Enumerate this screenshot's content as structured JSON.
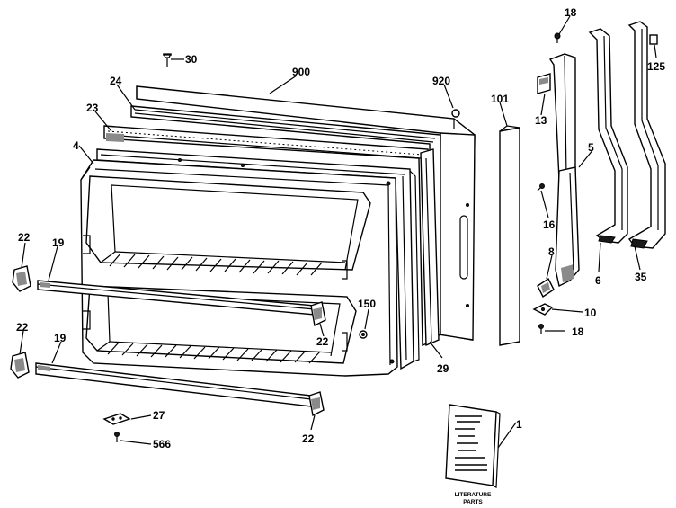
{
  "callouts": {
    "c18a": "18",
    "c30": "30",
    "c900": "900",
    "c920": "920",
    "c24": "24",
    "c23": "23",
    "c4": "4",
    "c101": "101",
    "c13": "13",
    "c5": "5",
    "c16": "16",
    "c125": "125",
    "c6": "6",
    "c35": "35",
    "c8": "8",
    "c10": "10",
    "c18b": "18",
    "c22a": "22",
    "c19a": "19",
    "c150": "150",
    "c22b": "22",
    "c22c": "22",
    "c19b": "19",
    "c29": "29",
    "c27": "27",
    "c566": "566",
    "c22d": "22",
    "c1": "1"
  },
  "literature": {
    "line1": "LITERATURE",
    "line2": "PARTS"
  }
}
